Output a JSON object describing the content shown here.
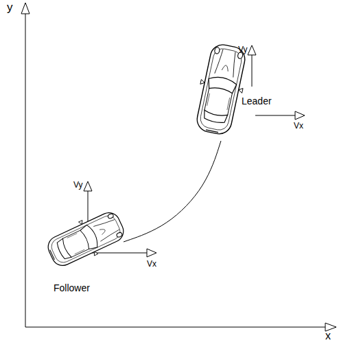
{
  "diagram": {
    "nodes": [
      {
        "text": [
          "Leader"
        ]
      },
      {
        "text": [
          "Follower"
        ]
      }
    ],
    "edges": [
      {
        "from": 1,
        "to": 0,
        "arrow": "none"
      }
    ],
    "labels": [
      "y",
      "x",
      "Vy",
      "Vx",
      "Vy",
      "Vx"
    ]
  }
}
